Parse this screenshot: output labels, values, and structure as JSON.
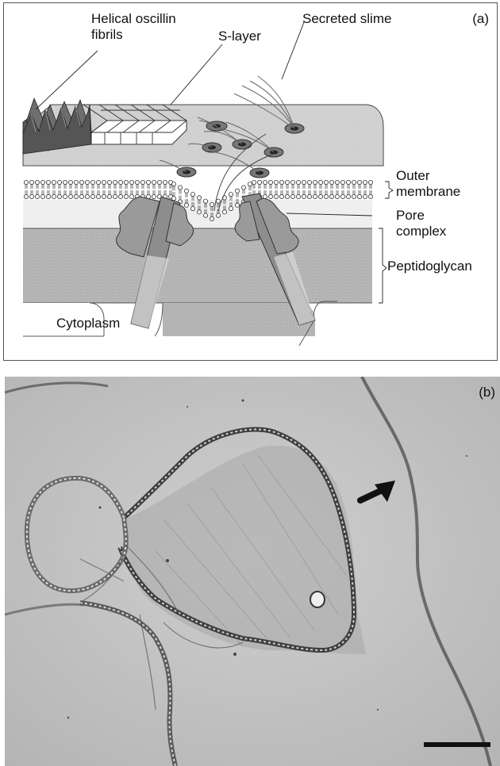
{
  "panel_a": {
    "tag": "(a)",
    "labels": {
      "helical": "Helical oscillin\nfibrils",
      "slayer": "S-layer",
      "slime": "Secreted slime",
      "outer_membrane": "Outer\nmembrane",
      "pore_complex": "Pore\ncomplex",
      "peptidoglycan": "Peptidoglycan",
      "cytoplasm": "Cytoplasm"
    }
  },
  "panel_b": {
    "tag": "(b)"
  },
  "colors": {
    "surface": "#d2d2d2",
    "peptidoglycan": "#b9b9b9",
    "periplasm": "#efefef",
    "pore": "#8d8d8d",
    "micrograph_bg": "#c4c4c4"
  }
}
